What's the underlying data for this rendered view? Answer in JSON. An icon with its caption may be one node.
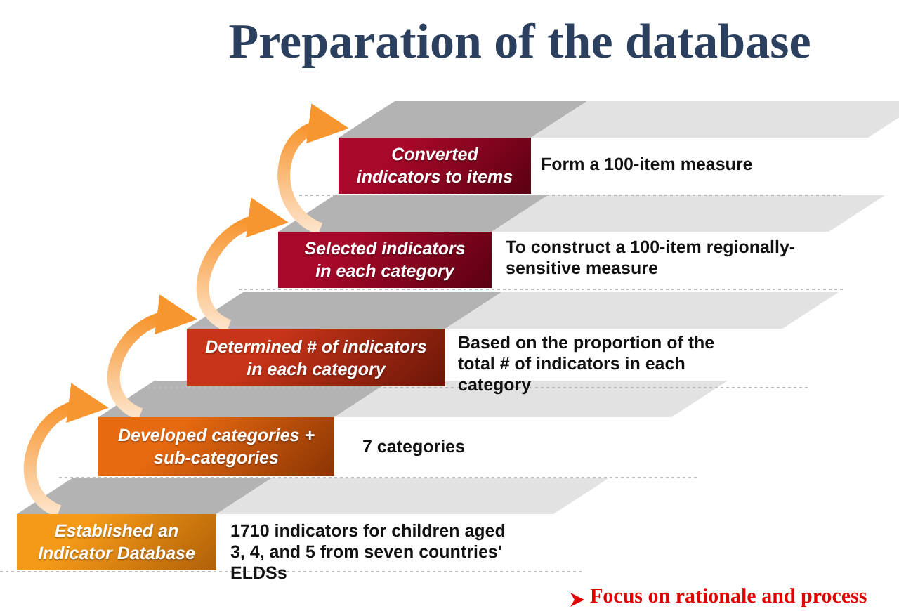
{
  "diagram": {
    "title": "Preparation of the database",
    "nodes": [
      {
        "text": [
          "Converted indicators to items"
        ],
        "beside": [
          "Form a 100-item measure"
        ]
      },
      {
        "text": [
          "Selected indicators in each category"
        ],
        "beside": [
          "To construct a 100-item regionally-sensitive measure"
        ]
      },
      {
        "text": [
          "Determined # of indicators in each category"
        ],
        "beside": [
          "Based on the proportion of the total # of indicators in each category"
        ]
      },
      {
        "text": [
          "Developed categories + sub-categories"
        ],
        "beside": [
          "7 categories"
        ]
      },
      {
        "text": [
          "Established an Indicator Database"
        ],
        "beside": [
          "1710 indicators for children aged 3, 4, and 5 from seven countries' ELDSs"
        ]
      }
    ],
    "edges": [
      {
        "from": 4,
        "to": 3,
        "arrow": "to"
      },
      {
        "from": 3,
        "to": 2,
        "arrow": "to"
      },
      {
        "from": 2,
        "to": 1,
        "arrow": "to"
      },
      {
        "from": 1,
        "to": 0,
        "arrow": "to"
      }
    ],
    "labels": [
      "Focus on rationale and process"
    ]
  }
}
